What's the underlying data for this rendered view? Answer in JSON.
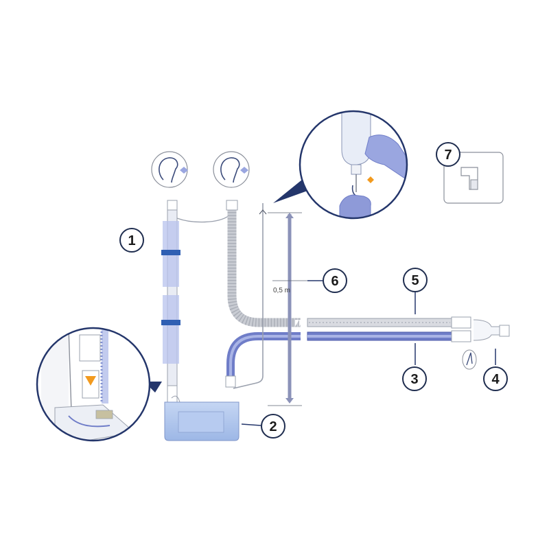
{
  "colors": {
    "ink": "#1b2a4a",
    "callout_ring": "#1f2d4f",
    "leader": "#24366b",
    "tube_grey": "#c9ccd3",
    "tube_blue": "#6f7dc8",
    "tube_blue_light": "#a9b4e6",
    "chamber": "#a9c4ea",
    "band": "#2f5fb3",
    "accent_arrow": "#f29a1e",
    "zoom_border": "#24366b"
  },
  "callouts": [
    {
      "id": "c1",
      "label": "1"
    },
    {
      "id": "c2",
      "label": "2"
    },
    {
      "id": "c3",
      "label": "3"
    },
    {
      "id": "c4",
      "label": "4"
    },
    {
      "id": "c5",
      "label": "5"
    },
    {
      "id": "c6",
      "label": "6"
    },
    {
      "id": "c7",
      "label": "7"
    }
  ],
  "annotations": {
    "height_note": "0,5 m"
  },
  "icons": {
    "head_patient_left": "patient-head-icon",
    "head_patient_right": "patient-head-icon",
    "drip": "water-bag-icon",
    "adapter": "elbow-adapter-icon"
  }
}
